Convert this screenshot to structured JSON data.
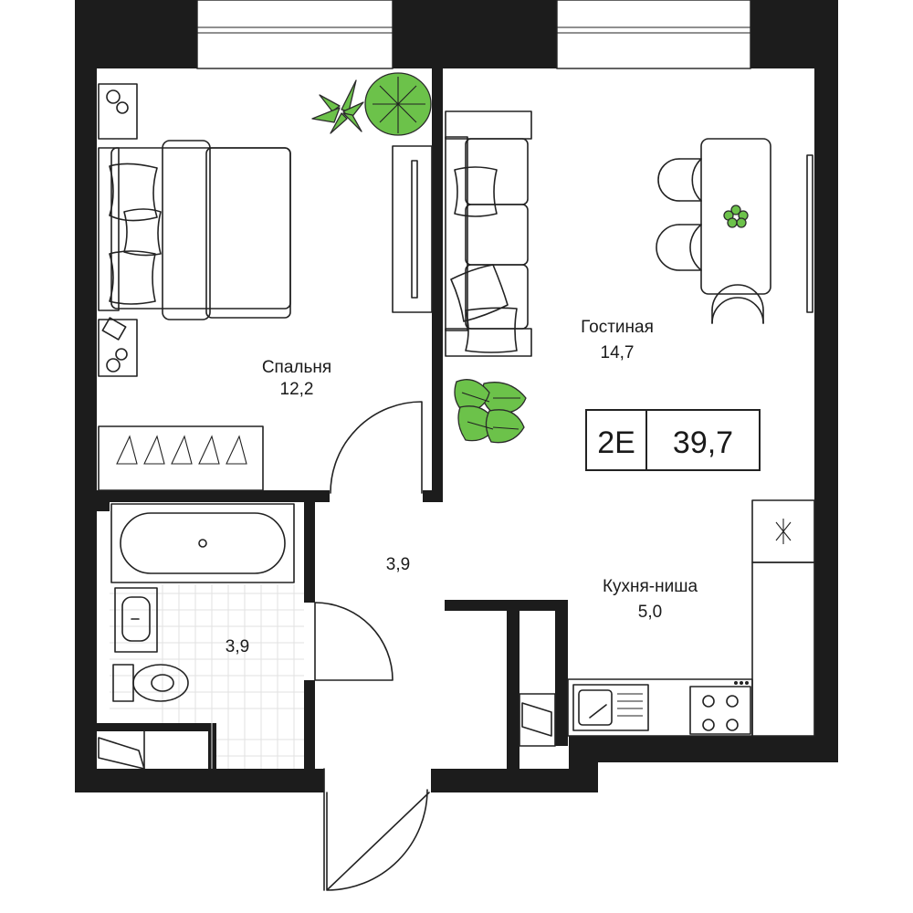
{
  "rooms": {
    "bedroom": {
      "name": "Спальня",
      "area": "12,2"
    },
    "living": {
      "name": "Гостиная",
      "area": "14,7"
    },
    "kitchen": {
      "name": "Кухня-ниша",
      "area": "5,0"
    },
    "hall": {
      "area": "3,9"
    },
    "bathroom": {
      "area": "3,9"
    }
  },
  "apartment_tag": {
    "code": "2E",
    "total_area": "39,7"
  },
  "colors": {
    "wall": "#1c1c1c",
    "plant": "#6cc24a",
    "line": "#222222"
  }
}
